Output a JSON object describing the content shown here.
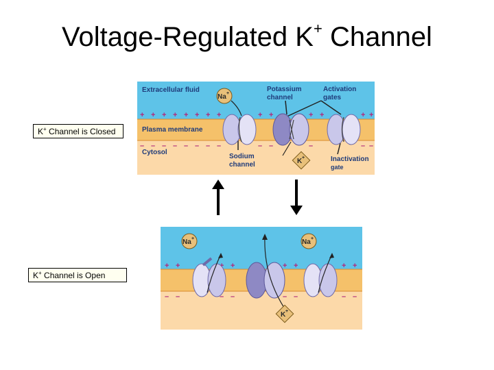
{
  "title": {
    "main": "Voltage-Regulated K",
    "sup": "+",
    "end": " Channel"
  },
  "labels": {
    "closed": {
      "k": "K",
      "sup": "+",
      "text": " Channel is Closed"
    },
    "open": {
      "k": "K",
      "sup": "+",
      "text": " Channel is Open"
    }
  },
  "top_panel": {
    "extracellular": "Extracellular fluid",
    "plasma_membrane": "Plasma membrane",
    "cytosol": "Cytosol",
    "potassium_channel": [
      "Potassium",
      "channel"
    ],
    "activation_gates": [
      "Activation",
      "gates"
    ],
    "sodium_channel": [
      "Sodium",
      "channel"
    ],
    "inactivation_gate": [
      "Inactivation",
      "gate"
    ],
    "na_ion": "Na",
    "k_ion": "K",
    "plus": "+"
  },
  "bottom_panel": {
    "na_ion_left": "Na",
    "na_ion_right": "Na",
    "k_ion": "K",
    "plus": "+"
  },
  "colors": {
    "extracellular": "#5ec3e8",
    "membrane": "#f5c16a",
    "cytosol": "#fcd9a9",
    "channel": "#c9c7ea",
    "channel_dark": "#8e89c4",
    "ion_badge": "#e8c07a",
    "label_text": "#1f3b7a",
    "box_fill": "#fffff0"
  }
}
